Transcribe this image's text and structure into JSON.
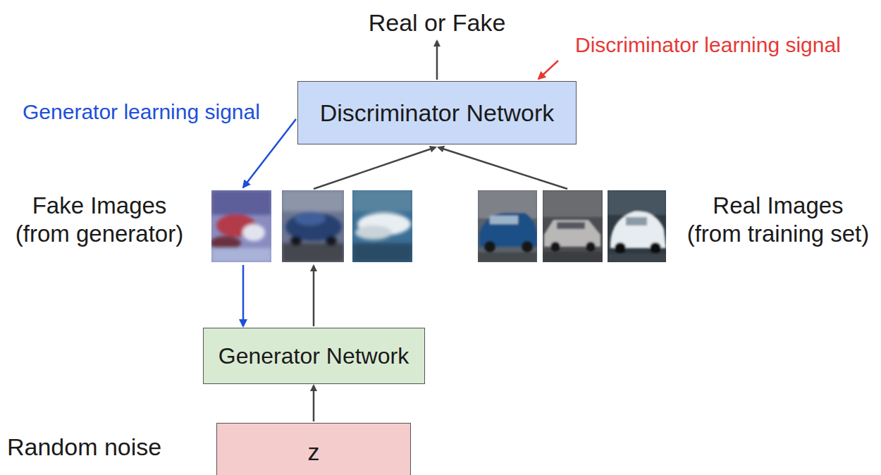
{
  "diagram": {
    "nodes": [
      {
        "text": [
          "Discriminator Network"
        ]
      },
      {
        "text": [
          "Generator Network"
        ]
      },
      {
        "text": [
          "z"
        ]
      }
    ],
    "edges": [
      {
        "from": 2,
        "to": 1,
        "arrow": "to"
      },
      {
        "from": 0,
        "to": 1,
        "arrow": "to"
      }
    ],
    "labels": [
      "Real or Fake",
      "Discriminator learning signal",
      "Generator learning signal",
      "Fake Images (from generator)",
      "Real Images (from training set)",
      "Random noise"
    ]
  }
}
